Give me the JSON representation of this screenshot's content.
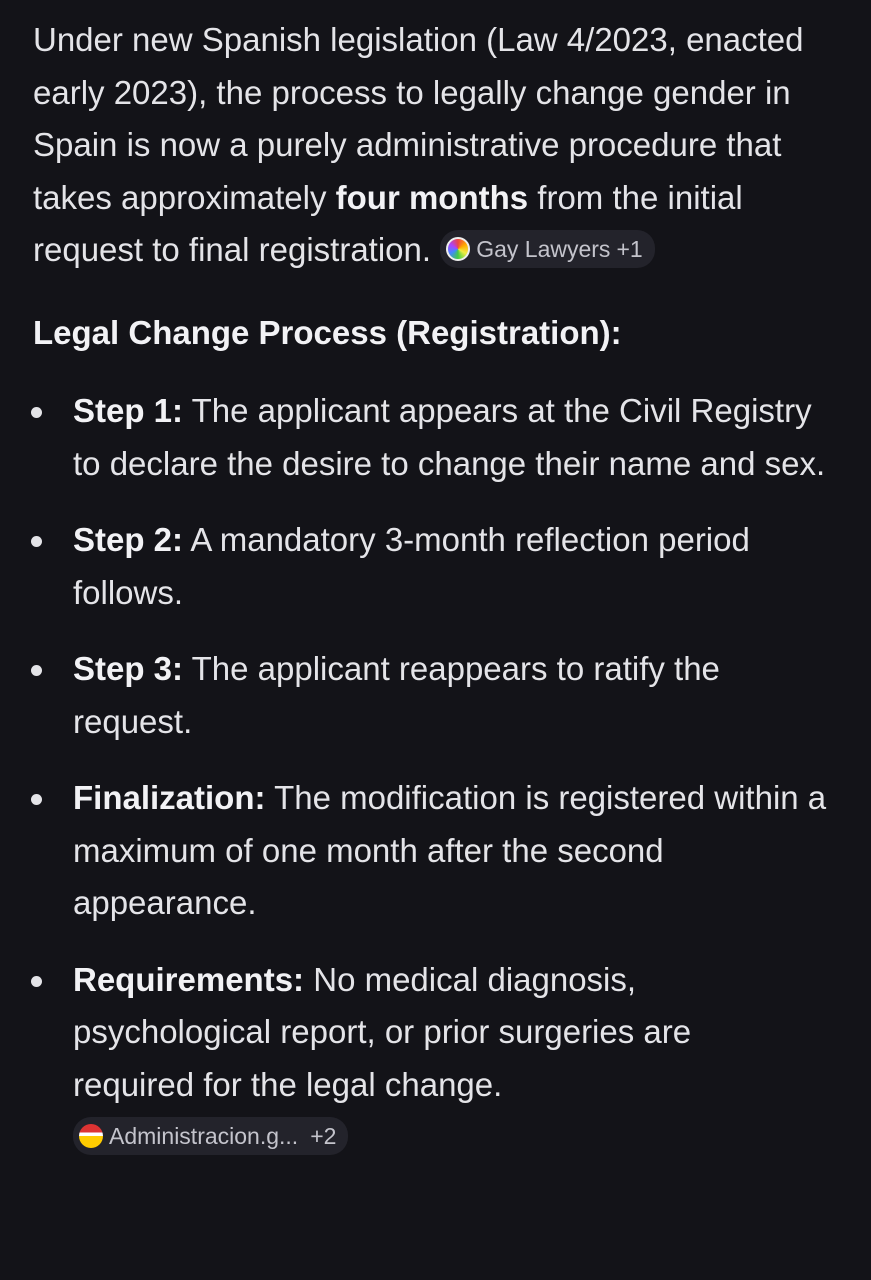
{
  "intro": {
    "before": "Under new Spanish legislation (Law 4/2023, enacted early 2023), the process to legally change gender in Spain is now a purely administrative procedure that takes approximately ",
    "bold": "four months",
    "after": " from the initial request to final registration.",
    "source_chip": {
      "label": "Gay Lawyers",
      "more": "+1",
      "icon": "rainbow-logo-icon"
    }
  },
  "heading": "Legal Change Process (Registration):",
  "items": [
    {
      "label": "Step 1:",
      "text": " The applicant appears at the Civil Registry to declare the desire to change their name and sex."
    },
    {
      "label": "Step 2:",
      "text": " A mandatory 3-month reflection period follows."
    },
    {
      "label": "Step 3:",
      "text": " The applicant reappears to ratify the request."
    },
    {
      "label": "Finalization:",
      "text": " The modification is registered within a maximum of one month after the second appearance."
    },
    {
      "label": "Requirements:",
      "text": " No medical diagnosis, psychological report, or prior surgeries are required for the legal change.",
      "source_chip": {
        "label": "Administracion.g...",
        "more": "+2",
        "icon": "spain-gov-logo-icon"
      }
    }
  ],
  "colors": {
    "background": "#131318",
    "text": "#e4e4e8",
    "chip": "#23232b"
  }
}
